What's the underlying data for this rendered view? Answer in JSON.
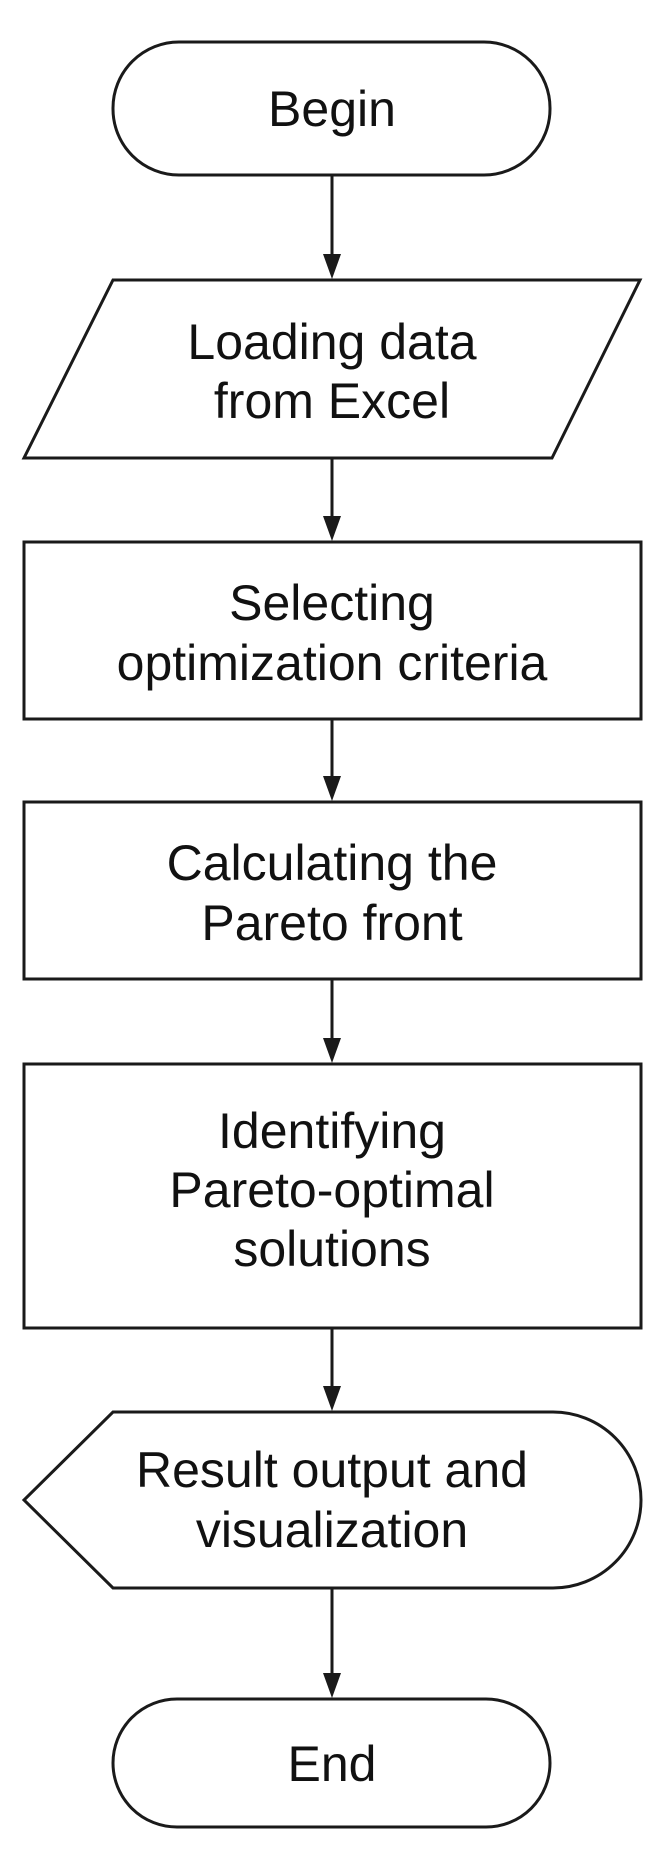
{
  "flowchart": {
    "begin": "Begin",
    "load_data": [
      "Loading data",
      "from Excel"
    ],
    "select_criteria": [
      "Selecting",
      "optimization criteria"
    ],
    "calc_pareto": [
      "Calculating the",
      "Pareto front"
    ],
    "identify_solutions": [
      "Identifying",
      "Pareto-optimal",
      "solutions"
    ],
    "result_output": [
      "Result output and",
      "visualization"
    ],
    "end": "End"
  },
  "colors": {
    "stroke": "#1a1a1a",
    "fill": "#ffffff",
    "text": "#111111"
  }
}
